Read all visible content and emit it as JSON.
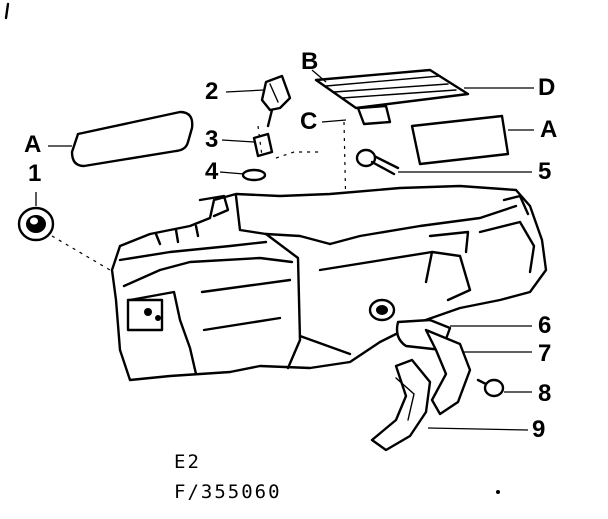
{
  "callouts": {
    "a_left": "A",
    "a_right": "A",
    "b": "B",
    "c": "C",
    "d": "D",
    "p1": "1",
    "p2": "2",
    "p3": "3",
    "p4": "4",
    "p5": "5",
    "p6": "6",
    "p7": "7",
    "p8": "8",
    "p9": "9"
  },
  "footer": {
    "section": "E2",
    "figure_number": "F/355060"
  }
}
